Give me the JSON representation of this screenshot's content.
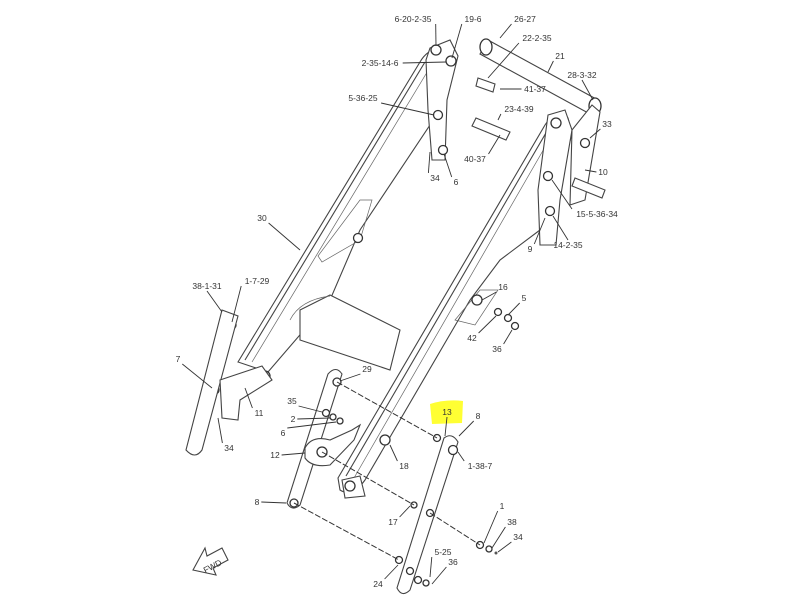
{
  "diagram": {
    "title": "Loader boom and linkage parts diagram",
    "highlight_color": "#ffff33",
    "highlighted_label": "13",
    "direction_arrow": "FWD",
    "callouts": [
      "6-20-2-35",
      "19-6",
      "26-27",
      "22-2-35",
      "2-35-14-6",
      "21",
      "28-3-32",
      "41-37",
      "5-36-25",
      "23-4-39",
      "33",
      "40-37",
      "34",
      "6",
      "10",
      "15-5-36-34",
      "30",
      "9",
      "14-2-35",
      "38-1-31",
      "1-7-29",
      "16",
      "5",
      "7",
      "29",
      "42",
      "36",
      "35",
      "11",
      "13",
      "8",
      "2",
      "6",
      "34",
      "12",
      "18",
      "1-38-7",
      "8",
      "17",
      "1",
      "38",
      "34",
      "5-25",
      "36",
      "24"
    ]
  }
}
